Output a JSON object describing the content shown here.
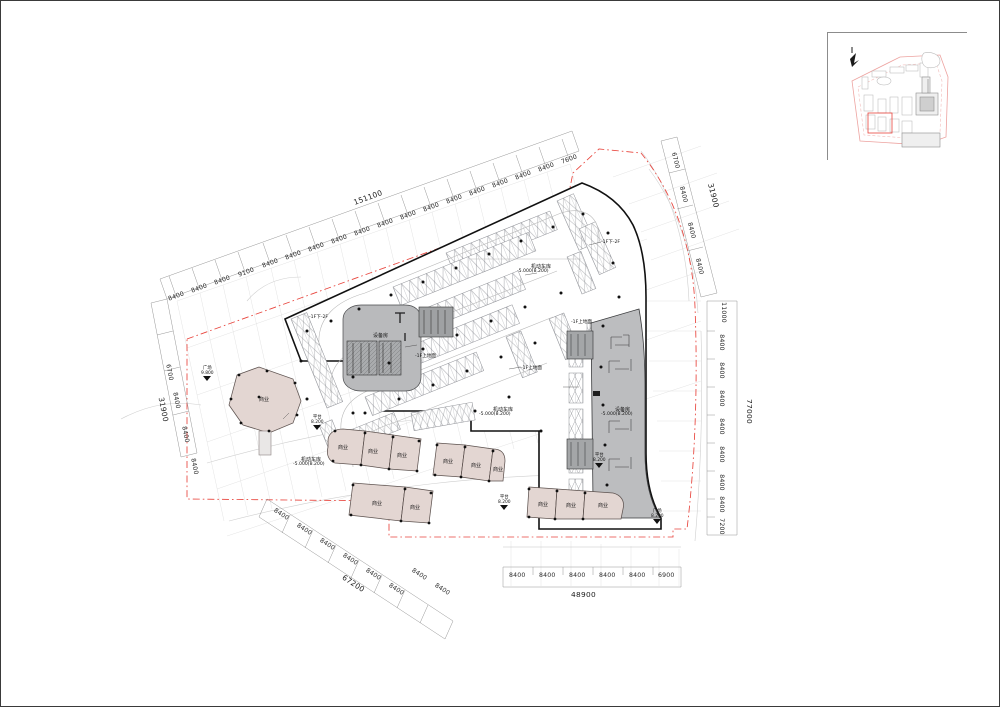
{
  "drawing": {
    "type": "architectural-site-plan",
    "title": "",
    "sheet_background": "#ffffff",
    "colors": {
      "property_line": "#e8443c",
      "building_outline": "#111111",
      "core_fill": "#b9babc",
      "commercial_fill": "#e3d6d2",
      "commercial_stroke": "#6b5f5c",
      "dimension_line": "#8a8a8a",
      "grid_line": "#d6d6d6",
      "parking_hatch": "#8e9096",
      "key_plan_border": "#8c8c8c"
    }
  },
  "dimensions": {
    "top_chain": {
      "total": "151100",
      "segments": [
        "8400",
        "8400",
        "8400",
        "9100",
        "8400",
        "8400",
        "8400",
        "8400",
        "8400",
        "8400",
        "8400",
        "8400",
        "8400",
        "8400",
        "8400",
        "8400",
        "8400",
        "7600"
      ]
    },
    "right_top_chain": {
      "total": "31900",
      "segments": [
        "6700",
        "8400",
        "8400",
        "8400"
      ]
    },
    "right_chain": {
      "total": "77000",
      "segments": [
        "11000",
        "8400",
        "8400",
        "8400",
        "8400",
        "8400",
        "8400",
        "8400",
        "7200"
      ]
    },
    "bottom_chain": {
      "total": "48900",
      "segments": [
        "8400",
        "8400",
        "8400",
        "8400",
        "8400",
        "6900"
      ]
    },
    "bottom_left_chain": {
      "total": "67200",
      "segments": [
        "8400",
        "8400",
        "8400",
        "8400",
        "8400",
        "8400",
        "8400",
        "8400"
      ]
    },
    "left_chain": {
      "total": "31900",
      "segments": [
        "6700",
        "8400",
        "8400",
        "8400"
      ]
    }
  },
  "labels": {
    "garage_left": {
      "name": "机动车库",
      "elevation": "-5.000(8.200)"
    },
    "garage_mid": {
      "name": "机动车库",
      "elevation": "-5.000(8.200)"
    },
    "garage_right": {
      "name": "机动车库",
      "elevation": "-5.000(8.200)"
    },
    "equipment_room_core": {
      "name": "设备房"
    },
    "equipment_room_slab": {
      "name": "设备房",
      "elevation": "-5.000(8.200)"
    },
    "ramp_down": "-1F下-2F",
    "ramp_down_2": "-1F下-2F",
    "ground_up": "-1F上地面",
    "ground_up_2": "-1F上地面",
    "ground_up_3": "-1F上地面"
  },
  "level_markers": [
    {
      "id": "plaza-nw",
      "name": "广场",
      "value": "9.800"
    },
    {
      "id": "platform-w",
      "name": "平台",
      "value": "8.200"
    },
    {
      "id": "platform-c",
      "name": "平台",
      "value": "8.200"
    },
    {
      "id": "platform-s",
      "name": "平台",
      "value": "8.200"
    },
    {
      "id": "plaza-se",
      "name": "广场",
      "value": "8.200"
    }
  ],
  "commercial_units": [
    {
      "id": "c-plaza",
      "label": "商业"
    },
    {
      "id": "c-w1",
      "label": "商业"
    },
    {
      "id": "c-w2",
      "label": "商业"
    },
    {
      "id": "c-w3",
      "label": "商业"
    },
    {
      "id": "c-s1",
      "label": "商业"
    },
    {
      "id": "c-s2",
      "label": "商业"
    },
    {
      "id": "c-m1",
      "label": "商业"
    },
    {
      "id": "c-m2",
      "label": "商业"
    },
    {
      "id": "c-m3",
      "label": "商业"
    },
    {
      "id": "c-e1",
      "label": "商业"
    },
    {
      "id": "c-e2",
      "label": "商业"
    },
    {
      "id": "c-e3",
      "label": "商业"
    }
  ],
  "key_plan": {
    "present": true,
    "north_arrow": true
  }
}
